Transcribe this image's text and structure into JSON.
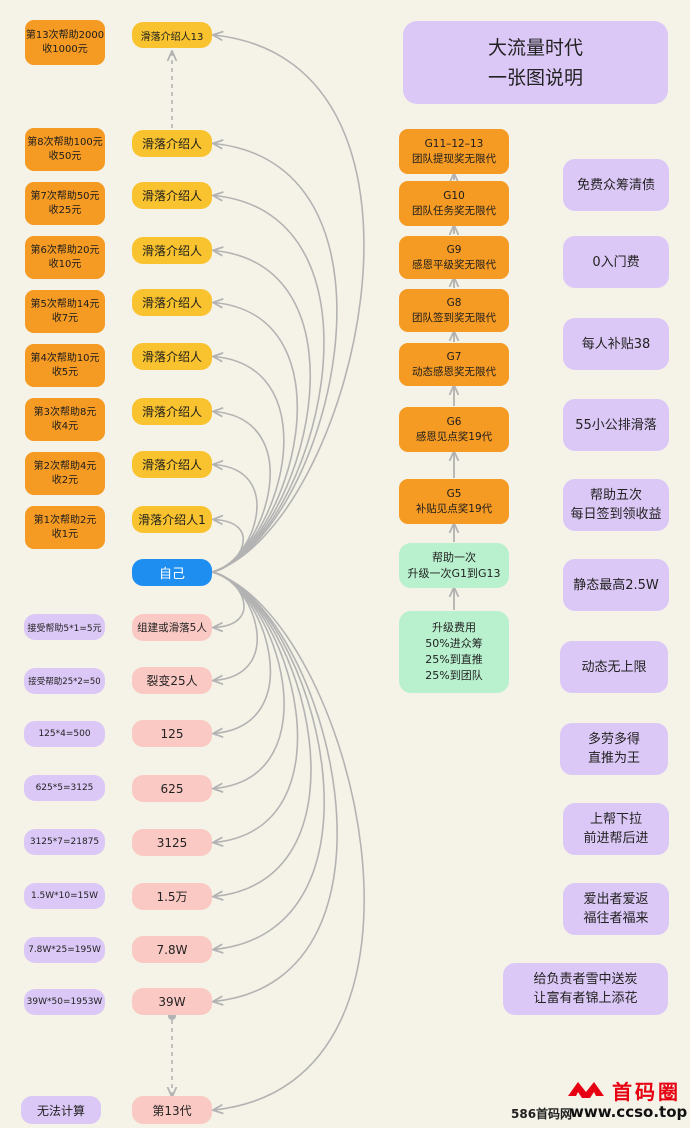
{
  "title": "大流量时代\n一张图说明",
  "left_col": [
    "第13次帮助2000\n收1000元",
    "第8次帮助100元\n收50元",
    "第7次帮助50元\n收25元",
    "第6次帮助20元\n收10元",
    "第5次帮助14元\n收7元",
    "第4次帮助10元\n收5元",
    "第3次帮助8元\n收4元",
    "第2次帮助4元\n收2元",
    "第1次帮助2元\n收1元"
  ],
  "mid_col": [
    "滑落介绍人13",
    "滑落介绍人",
    "滑落介绍人",
    "滑落介绍人",
    "滑落介绍人",
    "滑落介绍人",
    "滑落介绍人",
    "滑落介绍人",
    "滑落介绍人1"
  ],
  "self_label": "自己",
  "down_left": [
    "接受帮助5*1=5元",
    "接受帮助25*2=50",
    "125*4=500",
    "625*5=3125",
    "3125*7=21875",
    "1.5W*10=15W",
    "7.8W*25=195W",
    "39W*50=1953W",
    "无法计算"
  ],
  "down_mid": [
    "组建或滑落5人",
    "裂变25人",
    "125",
    "625",
    "3125",
    "1.5万",
    "7.8W",
    "39W",
    "第13代"
  ],
  "g_levels": [
    "G11–12–13\n团队提现奖无限代",
    "G10\n团队任务奖无限代",
    "G9\n感恩平级奖无限代",
    "G8\n团队签到奖无限代",
    "G7\n动态感恩奖无限代",
    "G6\n感恩见点奖19代",
    "G5\n补贴见点奖19代"
  ],
  "upgrade_once": "帮助一次\n升级一次G1到G13",
  "upgrade_fee": "升级费用\n50%进众筹\n25%到直推\n25%到团队",
  "features": [
    "免费众筹清债",
    "0入门费",
    "每人补贴38",
    "55小公排滑落",
    "帮助五次\n每日签到领收益",
    "静态最高2.5W",
    "动态无上限",
    "多劳多得\n直推为王",
    "上帮下拉\n前进帮后进",
    "爱出者爱返\n福往者福来",
    "给负责者雪中送炭\n让富有者锦上添花"
  ],
  "watermark": {
    "brand": "首码圈",
    "site": "www.ccso.top",
    "tag": "586首码网",
    "brand_color": "#e60012"
  },
  "colors": {
    "orange": "#f59a23",
    "yellow": "#f8c32e",
    "blue": "#1f8ef1",
    "pink": "#fbc9c4",
    "purple": "#dcc8f6",
    "green": "#b9f1cf",
    "arrow": "#b3b3b3"
  }
}
